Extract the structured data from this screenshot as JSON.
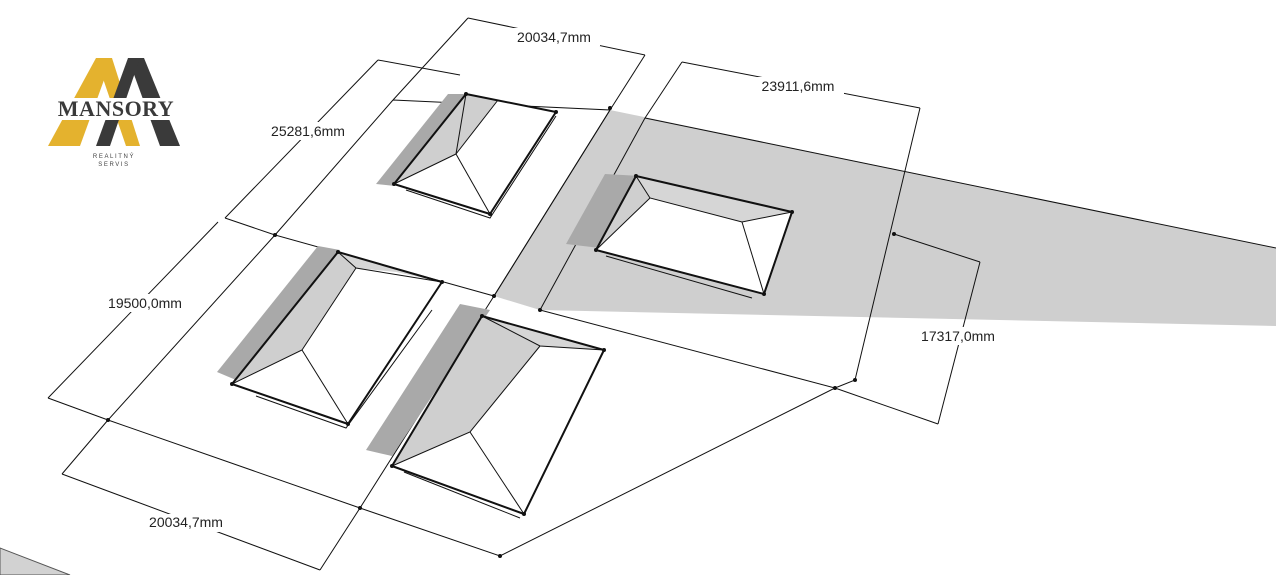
{
  "logo": {
    "name": "MANSORY",
    "subtitle_line1": "REALITNÝ",
    "subtitle_line2": "SERVIS",
    "gold": "#E4B22E",
    "dark": "#3A3A3A"
  },
  "dimensions": {
    "top_width": "20034,7mm",
    "top_left_depth": "25281,6mm",
    "right_width": "23911,6mm",
    "left_depth": "19500,0mm",
    "bottom_width": "20034,7mm",
    "right_depth": "17317,0mm"
  },
  "colors": {
    "road": "#CFCFCF",
    "shadow": "#A9A9A9",
    "roof_light": "#FFFFFF",
    "line": "#111111"
  }
}
